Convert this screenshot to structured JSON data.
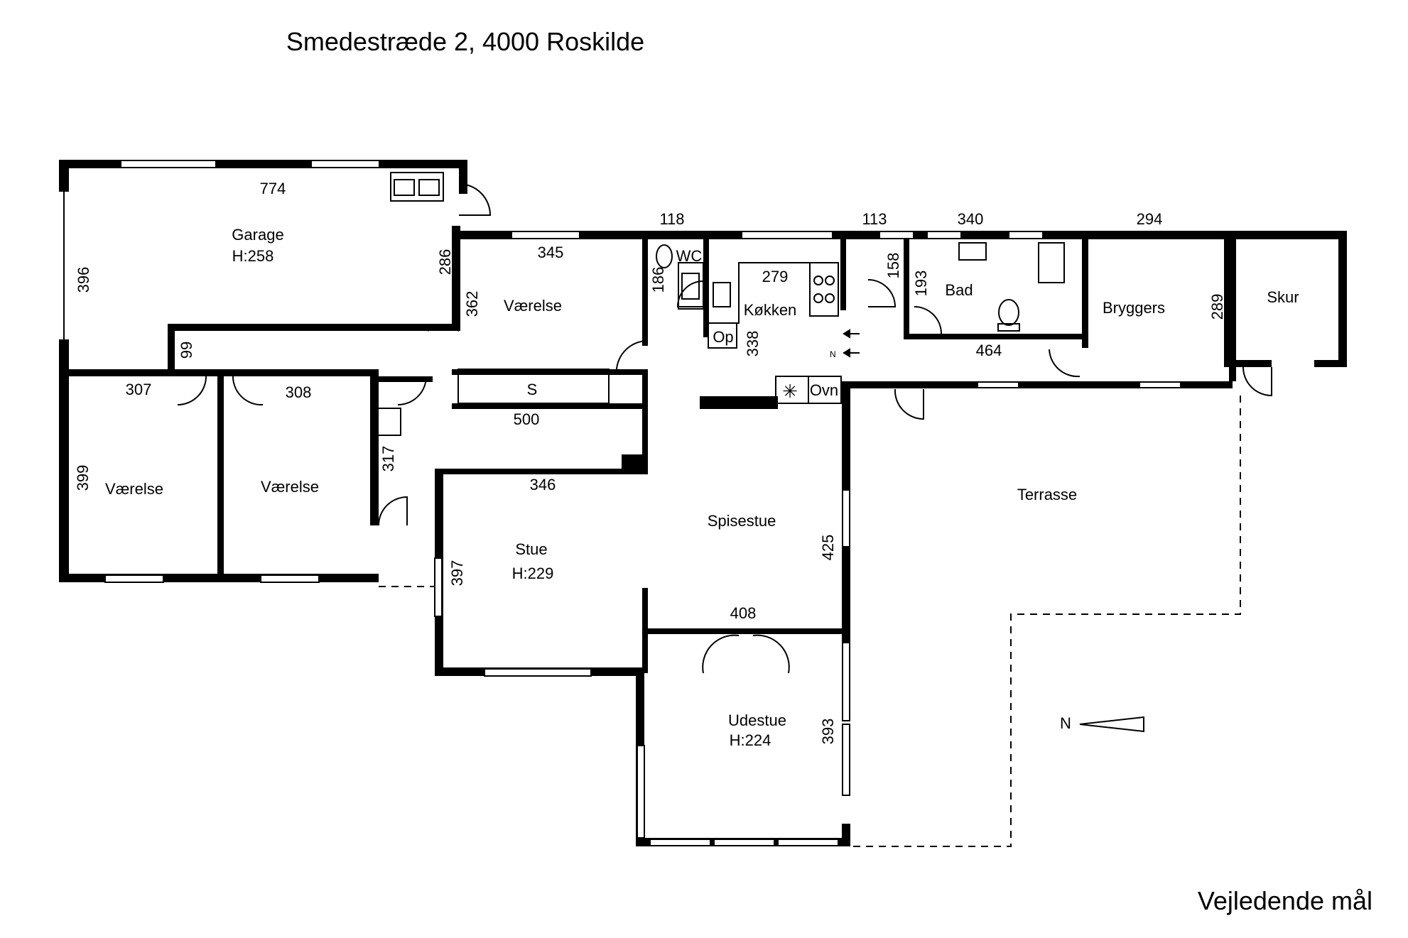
{
  "title": "Smedestræde 2, 4000 Roskilde",
  "disclaimer": "Vejledende mål",
  "rooms": {
    "garage": "Garage",
    "garage_height": "H:258",
    "vaerelse_top": "Værelse",
    "wc": "WC",
    "koekken": "Køkken",
    "bad": "Bad",
    "bryggers": "Bryggers",
    "skur": "Skur",
    "storage": "S",
    "op": "Op",
    "ovn": "Ovn",
    "vaerelse_left": "Værelse",
    "vaerelse_mid": "Værelse",
    "stue": "Stue",
    "stue_height": "H:229",
    "spisestue": "Spisestue",
    "terrasse": "Terrasse",
    "udestue": "Udestue",
    "udestue_height": "H:224"
  },
  "dimensions": {
    "garage_width": "774",
    "garage_depth": "396",
    "garage_inner": "286",
    "d118": "118",
    "d113": "113",
    "d340": "340",
    "d294": "294",
    "vaerelse_top_width": "345",
    "vaerelse_top_depth": "362",
    "wc_depth": "186",
    "koekken_width": "279",
    "koekken_depth": "338",
    "d158": "158",
    "bad_depth": "193",
    "bad_width": "464",
    "bryggers_depth": "289",
    "hall_depth": "99",
    "d307": "307",
    "d308": "308",
    "storage_width": "500",
    "hall_side": "317",
    "vaerelse_left_depth": "399",
    "stue_width": "346",
    "stue_depth": "397",
    "spisestue_depth": "425",
    "udestue_width": "408",
    "udestue_depth": "393"
  },
  "north_label": "N",
  "north_small_label": "N"
}
